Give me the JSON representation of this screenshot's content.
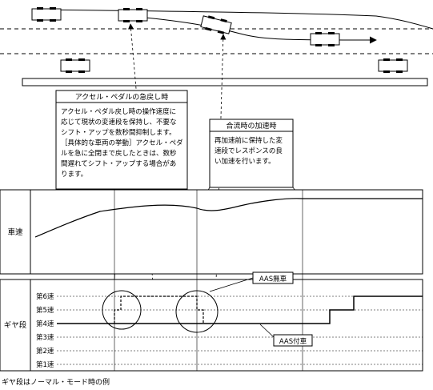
{
  "callout_release": {
    "title": "アクセル・ペダルの急戻し時",
    "lines": [
      "アクセル・ペダル戻し時の操作速度に",
      "応じて現状の変速段を保持し、不要な",
      "シフト・アップを数秒間抑制します。",
      "［具体的な車両の挙動］アクセル・ペダ",
      "ルを急に全閉まで戻したときは、数秒",
      "間遅れてシフト・アップする場合があ",
      "ります。"
    ]
  },
  "callout_merge": {
    "title": "合流時の加速時",
    "lines": [
      "再加速前に保持した変",
      "速段でレスポンスの良",
      "い加速を行います。"
    ]
  },
  "rows": {
    "speed_label": "車速",
    "gear_label": "ギヤ段"
  },
  "gears": [
    "第6速",
    "第5速",
    "第4速",
    "第3速",
    "第2速",
    "第1速"
  ],
  "legend": {
    "without_aas": "AAS無車",
    "with_aas": "AAS付車"
  },
  "footnote": "ギヤ段はノーマル・モード時の例",
  "colors": {
    "line": "#000000",
    "background": "#ffffff"
  }
}
